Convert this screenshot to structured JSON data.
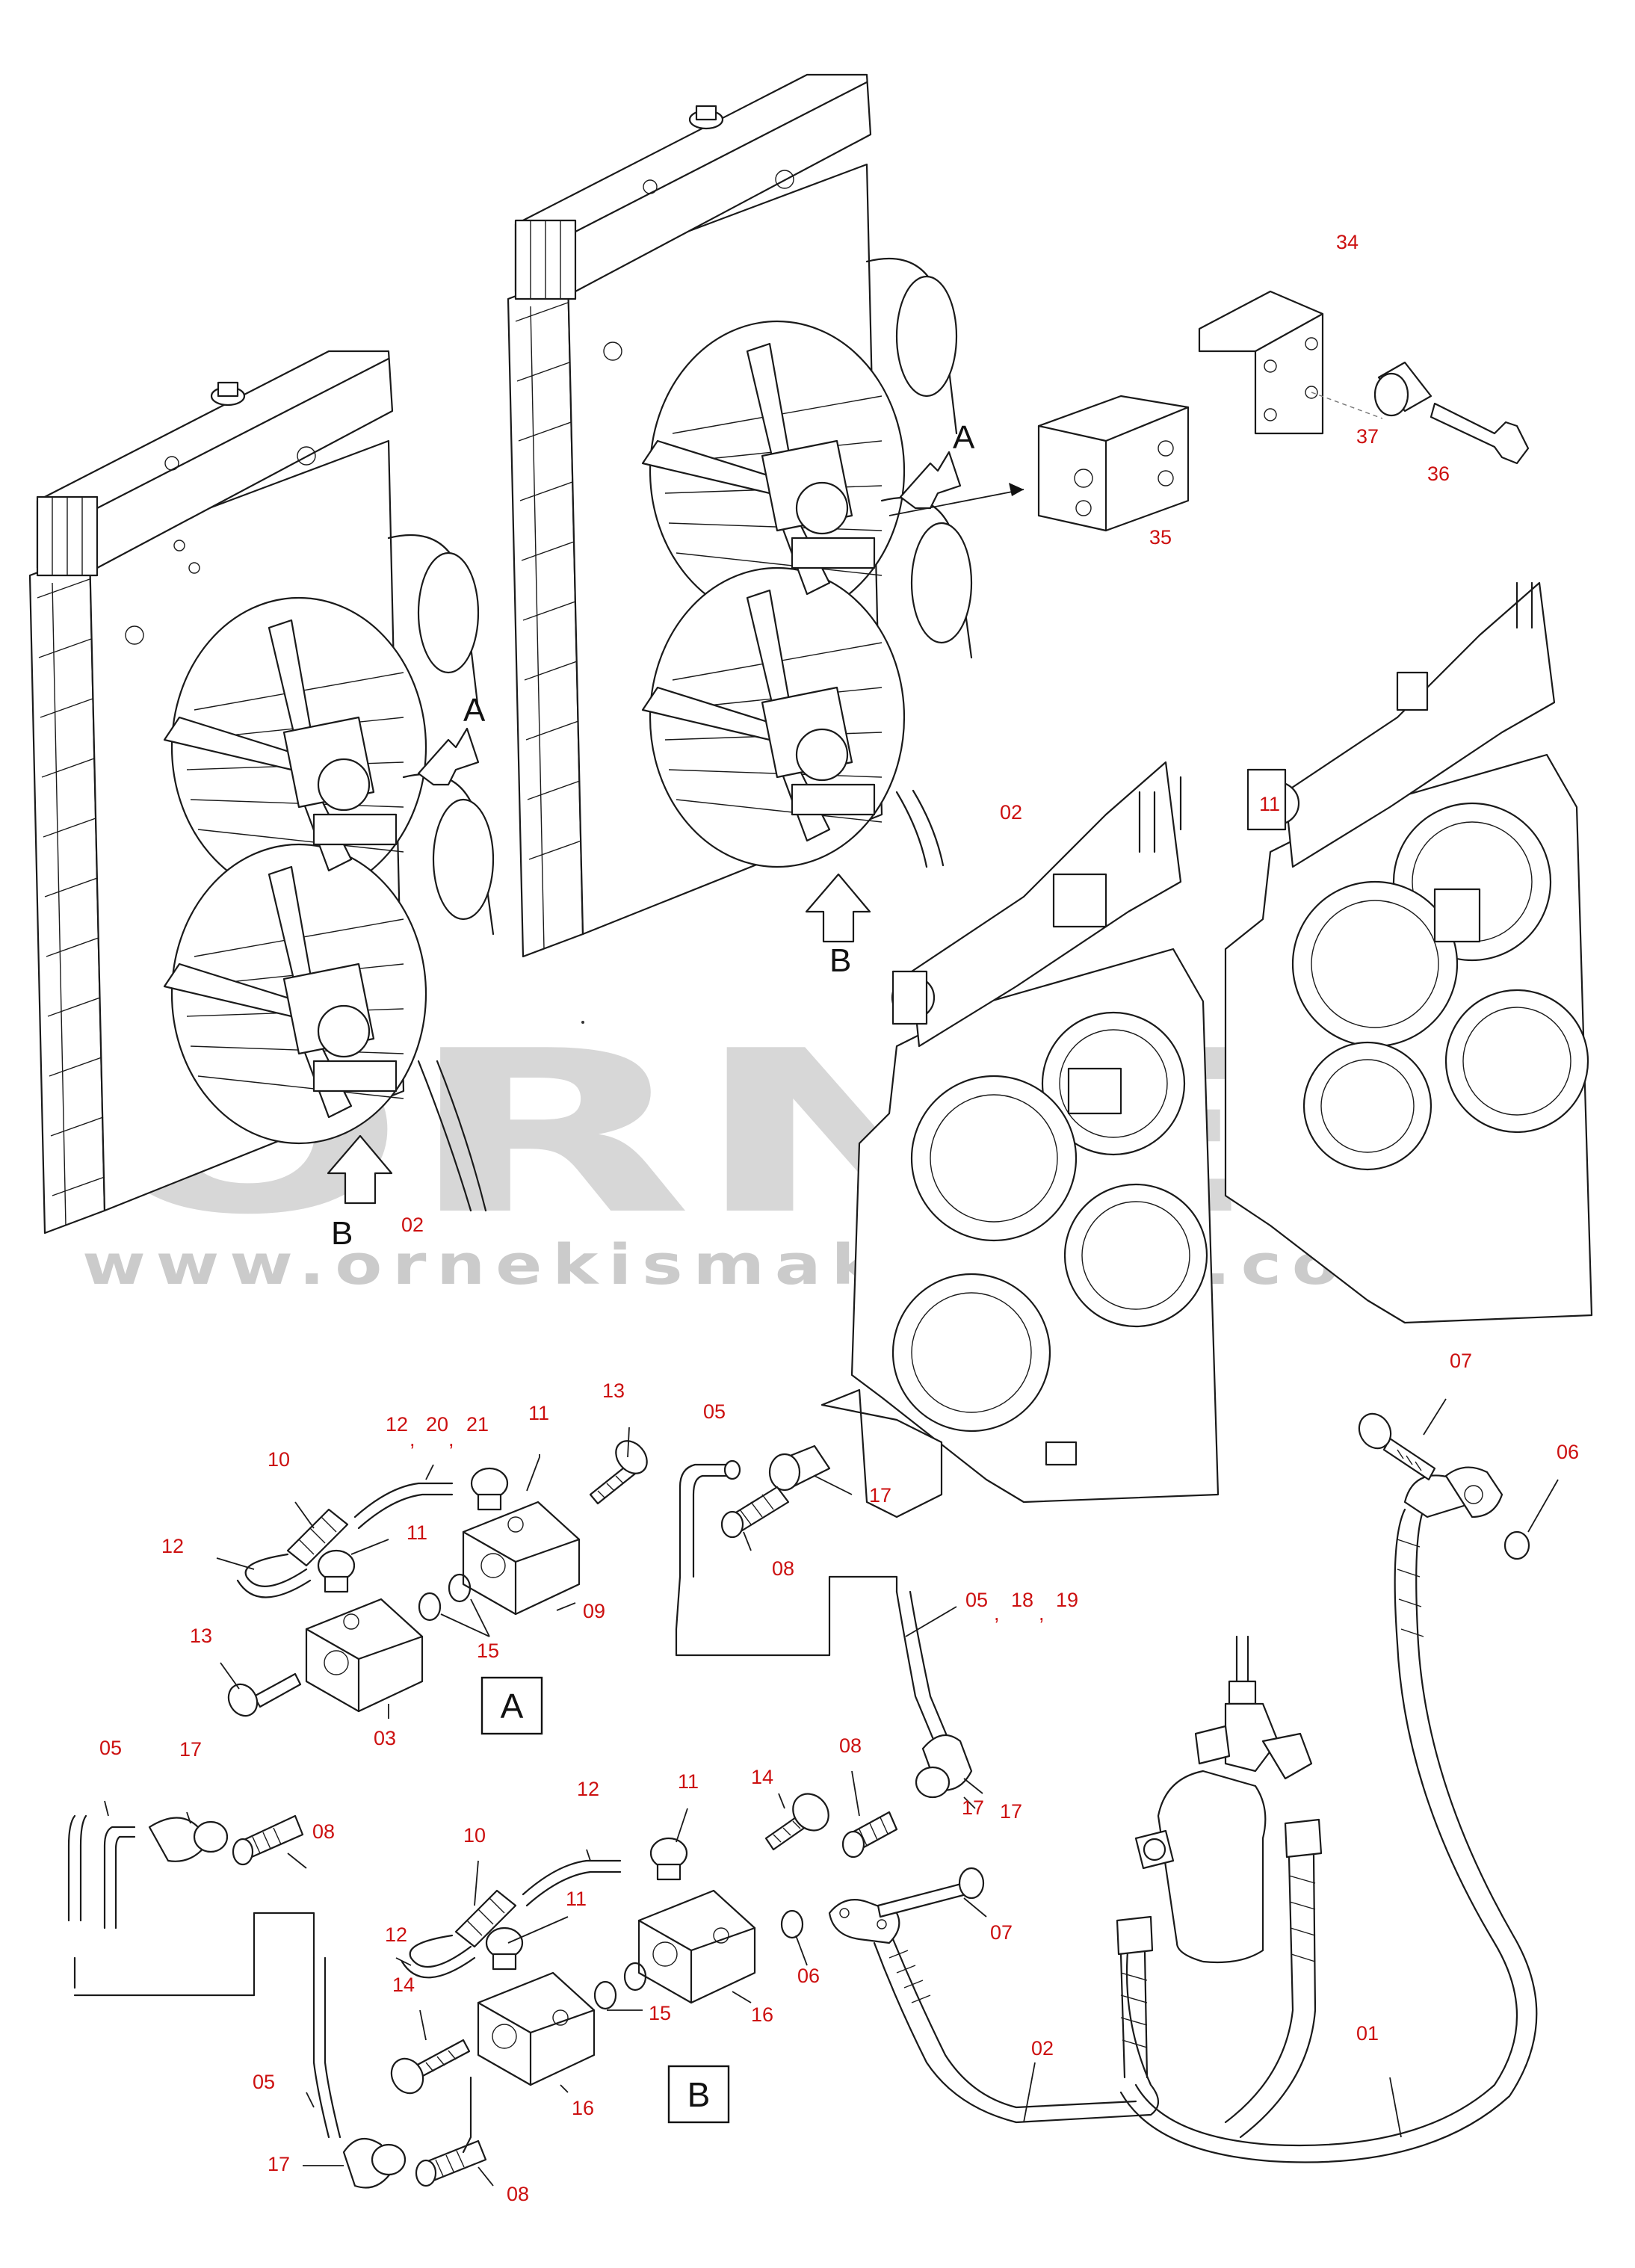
{
  "watermark": {
    "brand": "ÖRNEK",
    "url": "www.ornekismakinalari.com.tr"
  },
  "view_letters": {
    "a_left": "A",
    "b_left": "B",
    "a_right": "A",
    "b_right": "B"
  },
  "view_boxes": {
    "a": "A",
    "b": "B"
  },
  "callouts": {
    "c02_left": "02",
    "c02_right": "02",
    "c11_top": "11",
    "c34": "34",
    "c35": "35",
    "c36": "36",
    "c37": "37",
    "c10_a": "10",
    "c12_a_top": "12",
    "c20": "20",
    "c21": "21",
    "c11_a_top": "11",
    "c13_a_top": "13",
    "c05_a_top": "05",
    "c17_a_top": "17",
    "c08_a_top": "08",
    "c09": "09",
    "c12_a_left": "12",
    "c11_a_mid": "11",
    "c15_a": "15",
    "c13_a_left": "13",
    "c03": "03",
    "c05_a_right": "05",
    "c18": "18",
    "c19": "19",
    "c17_a_right": "17",
    "c07_top": "07",
    "c06_top": "06",
    "c05_b_left": "05",
    "c17_b_left": "17",
    "c08_b_left": "08",
    "c14_b_top": "14",
    "c08_b_top": "08",
    "c17_b_right": "17",
    "c12_b_top": "12",
    "c11_b_top": "11",
    "c10_b": "10",
    "c12_b_left": "12",
    "c11_b_mid": "11",
    "c07_b": "07",
    "c06_b": "06",
    "c14_b_left": "14",
    "c15_b": "15",
    "c16_b_right": "16",
    "c16_b_left": "16",
    "c02_bottom": "02",
    "c01": "01",
    "c05_b_bottom": "05",
    "c17_b_bottom": "17",
    "c08_b_bottom": "08"
  },
  "separators": {
    "s_20": ",",
    "s_21": ",",
    "s_18": ",",
    "s_19": ","
  }
}
